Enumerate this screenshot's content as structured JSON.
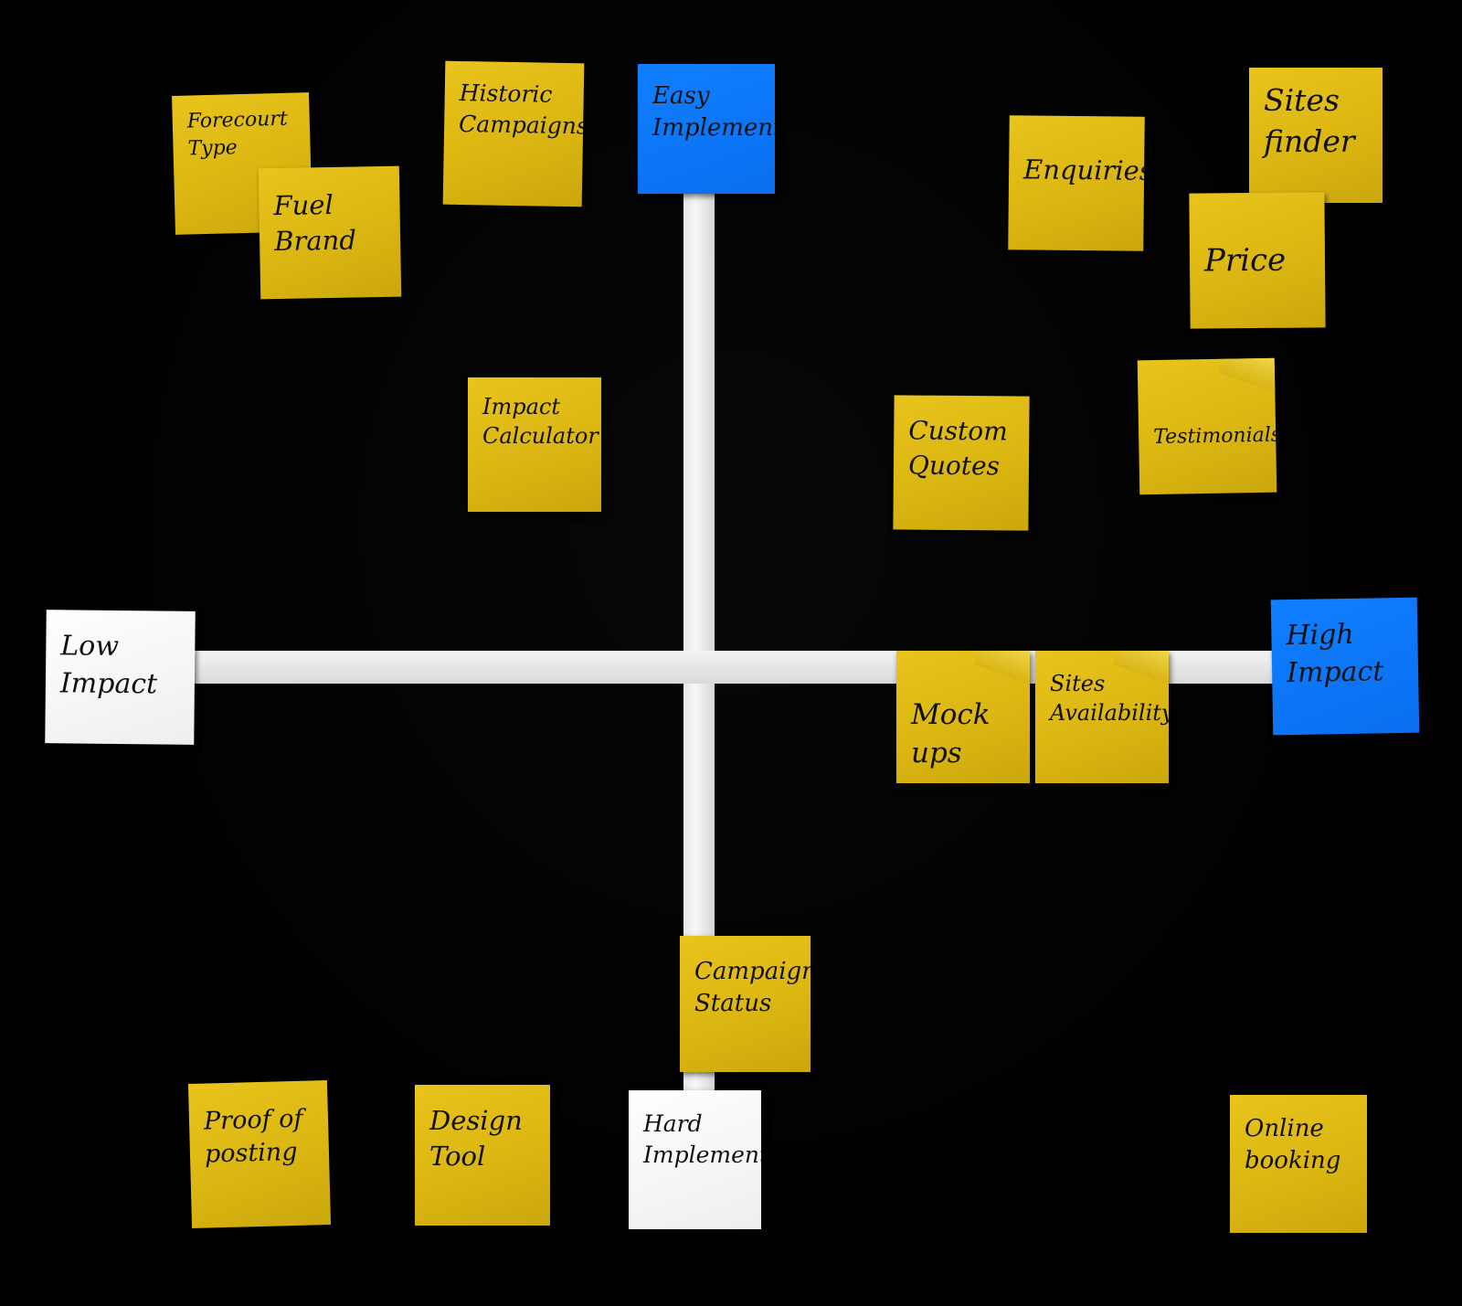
{
  "board": {
    "axes": {
      "top": "Easy\nImplement.",
      "bottom": "Hard\nImplement.",
      "left": "Low\nImpact",
      "right": "High\nImpact"
    },
    "notes": {
      "forecourt_type": "Forecourt\nType",
      "fuel_brand": "Fuel\nBrand",
      "historic_campaigns": "Historic\nCampaigns",
      "enquiries": "Enquiries",
      "sites_finder": "Sites\nfinder",
      "price": "Price",
      "impact_calculator": "Impact\nCalculator",
      "custom_quotes": "Custom\nQuotes",
      "testimonials": "Testimonials",
      "mock_ups": "Mock ups",
      "sites_availability": "Sites\nAvailability",
      "campaign_status": "Campaign\nStatus",
      "proof_of_posting": "Proof of\nposting",
      "design_tool": "Design\nTool",
      "online_booking": "Online\nbooking"
    },
    "colors": {
      "background": "#000000",
      "note_yellow": "#dab511",
      "note_blue": "#0a6ff0",
      "note_white": "#ffffff",
      "tape": "#eeeeee"
    }
  }
}
